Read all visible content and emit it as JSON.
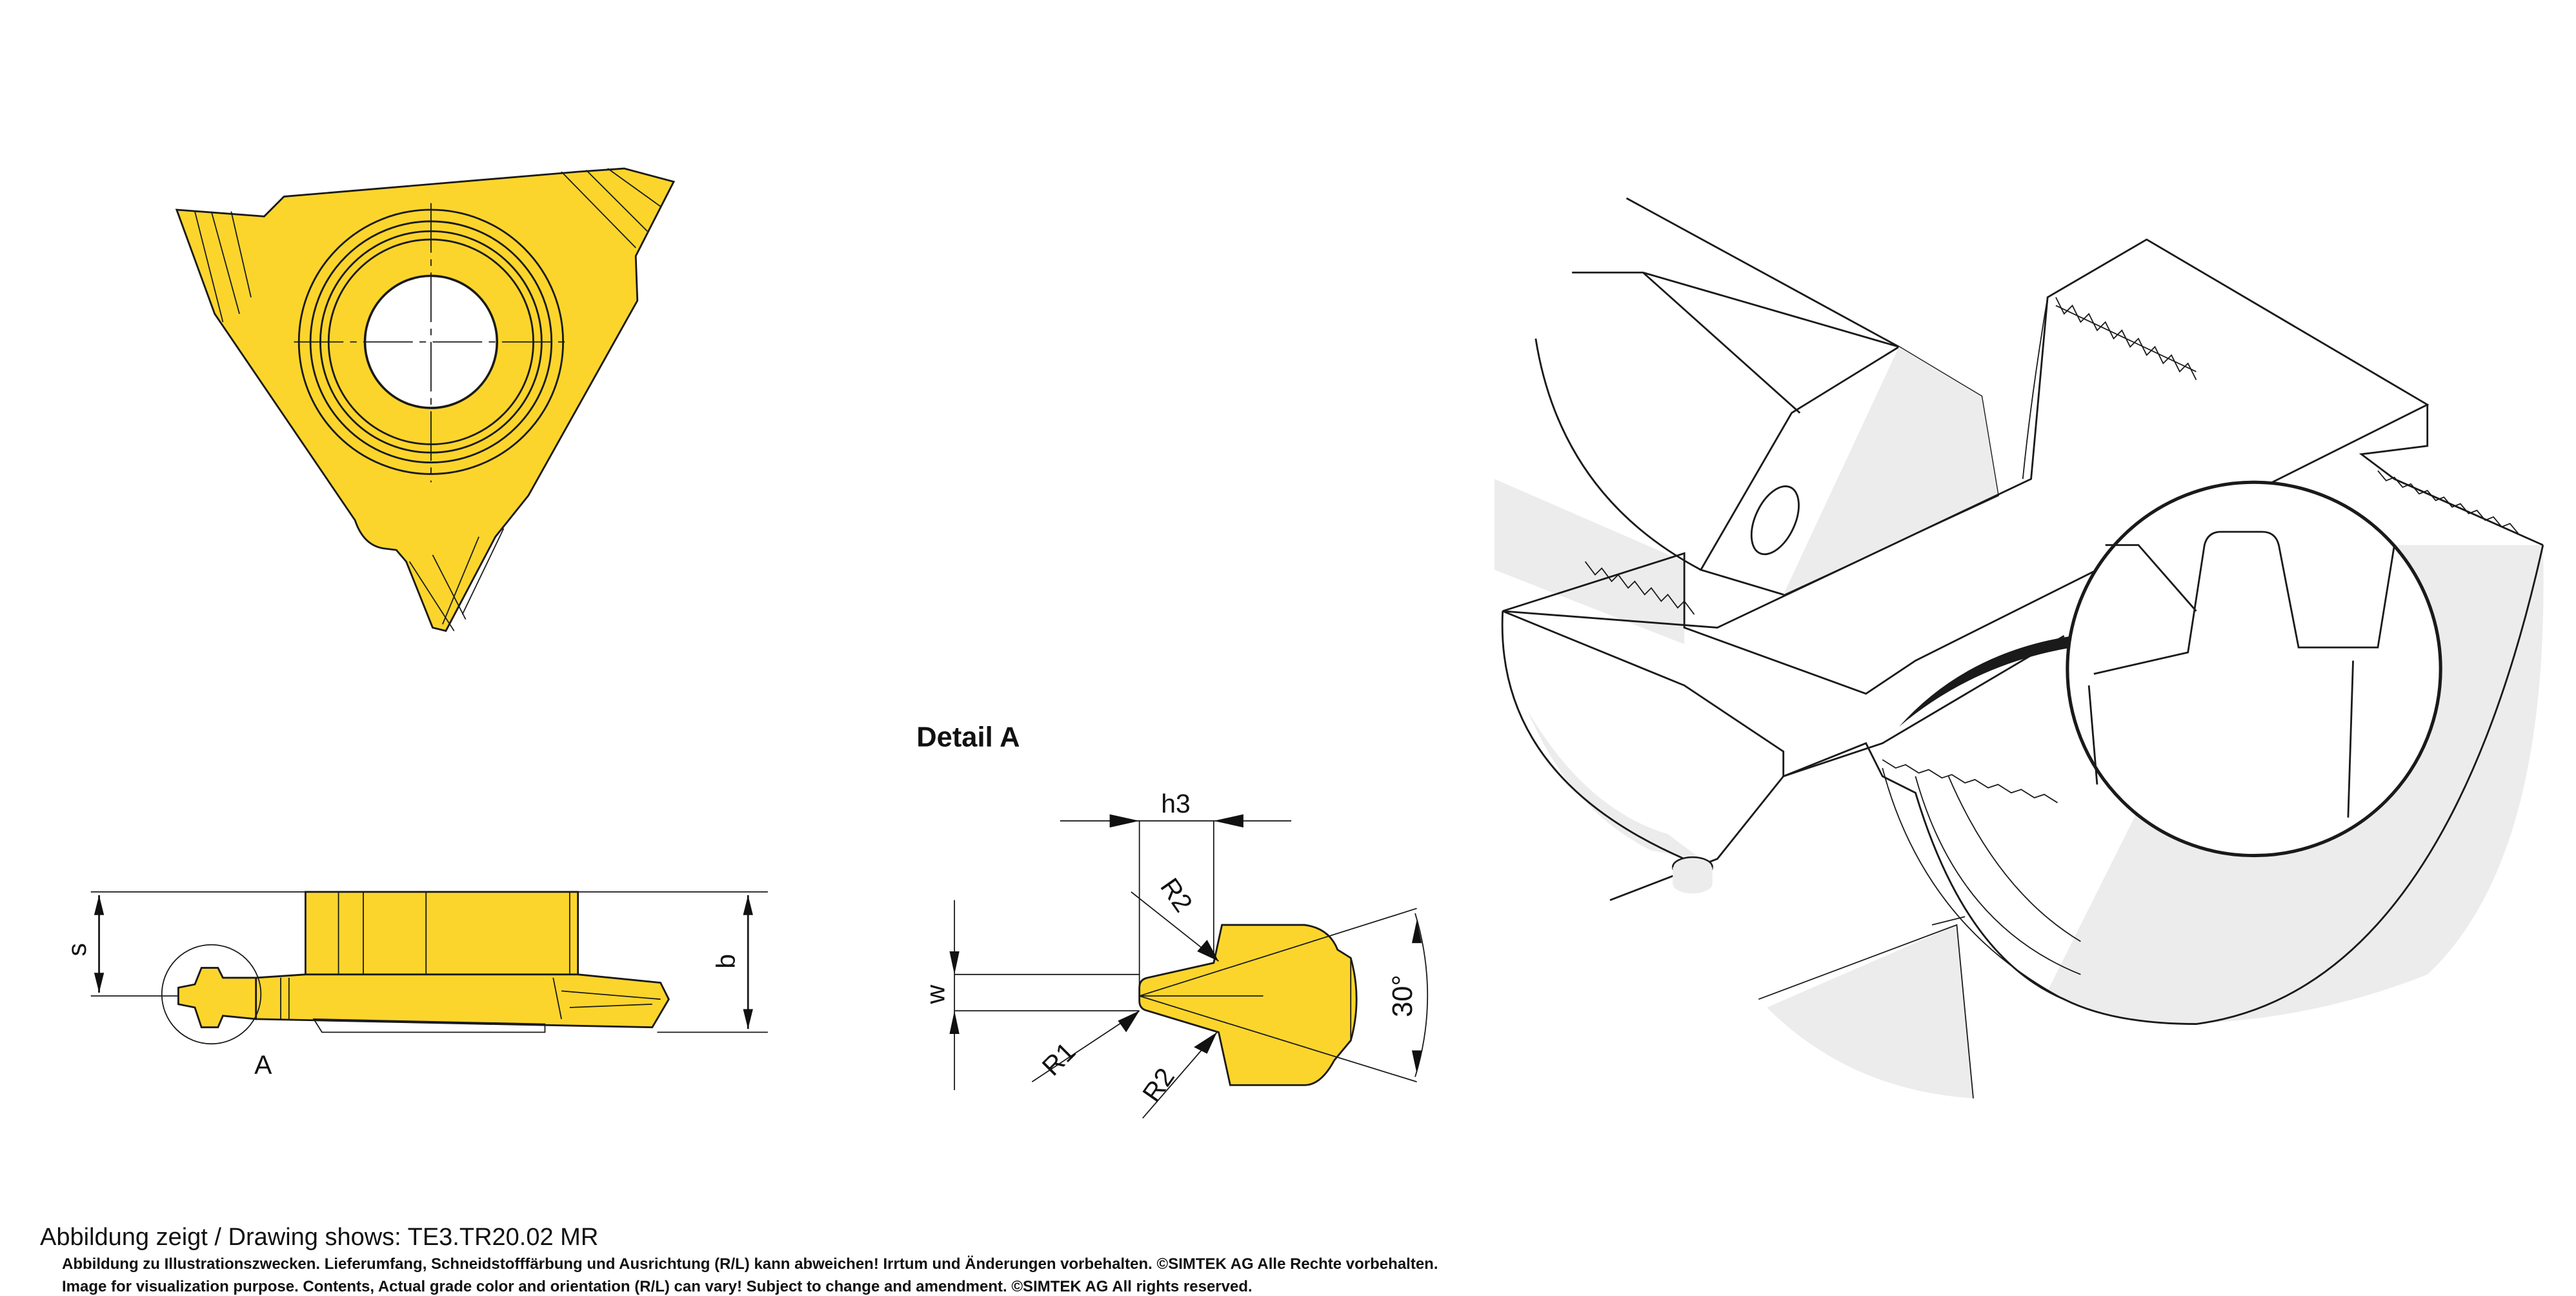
{
  "colors": {
    "insert": "#fcd52c",
    "line": "#1a1a1a",
    "shade": "#ececec"
  },
  "side_view": {
    "dim_s": "s",
    "dim_b": "b",
    "detail_ref": "A"
  },
  "detail": {
    "title": "Detail A",
    "h3": "h3",
    "w": "w",
    "r1": "R1",
    "r2_top": "R2",
    "r2_bottom": "R2",
    "angle": "30°"
  },
  "caption": "Abbildung zeigt / Drawing shows: TE3.TR20.02 MR",
  "disclaimer_de": "Abbildung zu Illustrationszwecken. Lieferumfang, Schneidstofffärbung und Ausrichtung (R/L) kann abweichen! Irrtum und Änderungen vorbehalten. ©SIMTEK AG Alle Rechte vorbehalten.",
  "disclaimer_en": "Image for visualization purpose. Contents, Actual grade color and orientation (R/L) can vary! Subject to change and amendment. ©SIMTEK AG All rights reserved."
}
